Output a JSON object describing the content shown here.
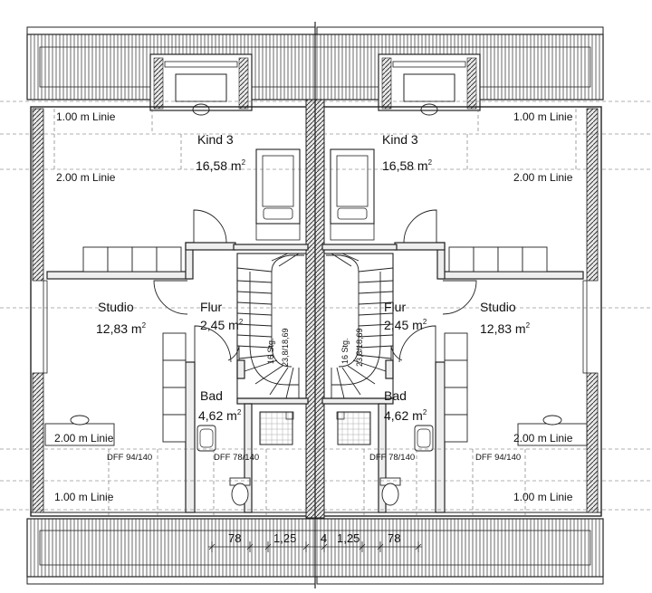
{
  "units": [
    {
      "kind": {
        "name": "Kind 3",
        "area": "16,58 m",
        "sup": "2"
      },
      "studio": {
        "name": "Studio",
        "area": "12,83 m",
        "sup": "2"
      },
      "flur": {
        "name": "Flur",
        "area": "2,45 m",
        "sup": "2"
      },
      "bad": {
        "name": "Bad",
        "area": "4,62 m",
        "sup": "2"
      },
      "stair_label": "16 Stg.",
      "stair_ratio": "23,8/18,69",
      "dff_bad": "DFF 78/140",
      "dff_studio": "DFF 94/140",
      "line_1m_top": "1.00 m Linie",
      "line_2m_top": "2.00 m Linie",
      "line_2m_bottom": "2.00 m Linie",
      "line_1m_bottom": "1.00 m Linie"
    },
    {
      "kind": {
        "name": "Kind 3",
        "area": "16,58 m",
        "sup": "2"
      },
      "studio": {
        "name": "Studio",
        "area": "12,83 m",
        "sup": "2"
      },
      "flur": {
        "name": "Flur",
        "area": "2,45 m",
        "sup": "2"
      },
      "bad": {
        "name": "Bad",
        "area": "4,62 m",
        "sup": "2"
      },
      "stair_label": "16 Stg.",
      "stair_ratio": "23,8/18,69",
      "dff_bad": "DFF 78/140",
      "dff_studio": "DFF 94/140",
      "line_1m_top": "1.00 m Linie",
      "line_2m_top": "2.00 m Linie",
      "line_2m_bottom": "2.00 m Linie",
      "line_1m_bottom": "1.00 m Linie"
    }
  ],
  "dimensions": {
    "left": [
      "78",
      "1,25"
    ],
    "center": "4",
    "right": [
      "1,25",
      "78"
    ]
  }
}
